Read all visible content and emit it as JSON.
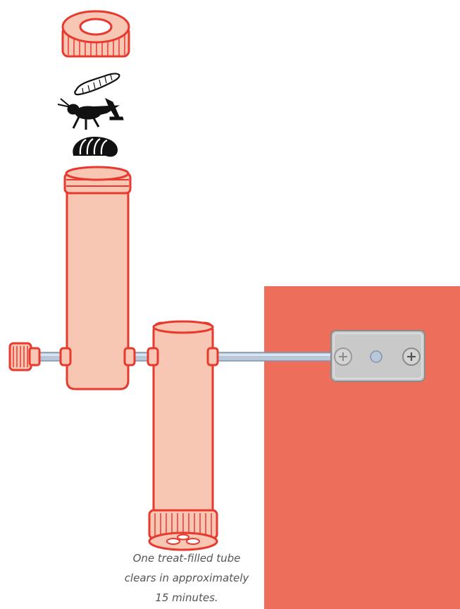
{
  "caption": {
    "line1": "One treat-filled tube",
    "line2": "clears in approximately",
    "line3": "15 minutes."
  },
  "colors": {
    "wall": "#ee6e5c",
    "tube_fill": "#f8c7b4",
    "outline": "#e8392f",
    "rod": "#b8c8da",
    "plate": "#c9c9c9",
    "insect": "#111111"
  },
  "icons": [
    "cap-icon",
    "worm-icon",
    "cricket-icon",
    "grub-icon",
    "screw-icon"
  ]
}
